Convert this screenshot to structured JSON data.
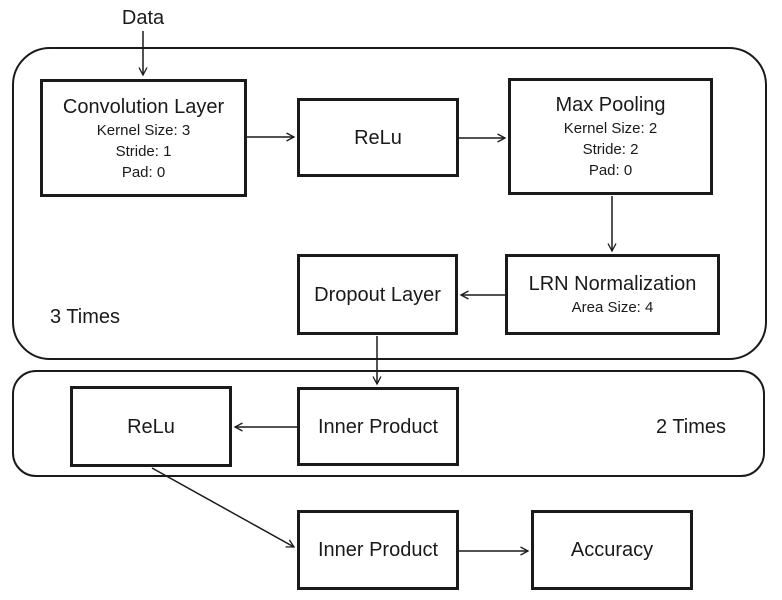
{
  "meta": {
    "type": "flow-diagram",
    "description": "Convolutional neural network architecture diagram"
  },
  "colors": {
    "stroke": "#1a1a1a",
    "box_fill": "#ffffff",
    "canvas_background": "#ffffff"
  },
  "labels": {
    "data_input": "Data",
    "group1_repeat": "3 Times",
    "group2_repeat": "2 Times"
  },
  "nodes": {
    "convolution": {
      "title": "Convolution Layer",
      "detail1": "Kernel Size: 3",
      "detail2": "Stride: 1",
      "detail3": "Pad: 0"
    },
    "relu1": {
      "title": "ReLu"
    },
    "max_pooling": {
      "title": "Max Pooling",
      "detail1": "Kernel Size: 2",
      "detail2": "Stride: 2",
      "detail3": "Pad: 0"
    },
    "lrn_normalization": {
      "title": "LRN Normalization",
      "detail1": "Area Size: 4"
    },
    "dropout": {
      "title": "Dropout Layer"
    },
    "inner_product_1": {
      "title": "Inner Product"
    },
    "relu2": {
      "title": "ReLu"
    },
    "inner_product_2": {
      "title": "Inner Product"
    },
    "accuracy": {
      "title": "Accuracy"
    }
  },
  "edges": [
    {
      "from": "data_input",
      "to": "convolution",
      "direction": "down"
    },
    {
      "from": "convolution",
      "to": "relu1",
      "direction": "right"
    },
    {
      "from": "relu1",
      "to": "max_pooling",
      "direction": "right"
    },
    {
      "from": "max_pooling",
      "to": "lrn_normalization",
      "direction": "down"
    },
    {
      "from": "lrn_normalization",
      "to": "dropout",
      "direction": "left"
    },
    {
      "from": "dropout",
      "to": "inner_product_1",
      "direction": "down"
    },
    {
      "from": "inner_product_1",
      "to": "relu2",
      "direction": "left"
    },
    {
      "from": "relu2",
      "to": "inner_product_2",
      "direction": "diagonal-down-right"
    },
    {
      "from": "inner_product_2",
      "to": "accuracy",
      "direction": "right"
    }
  ]
}
